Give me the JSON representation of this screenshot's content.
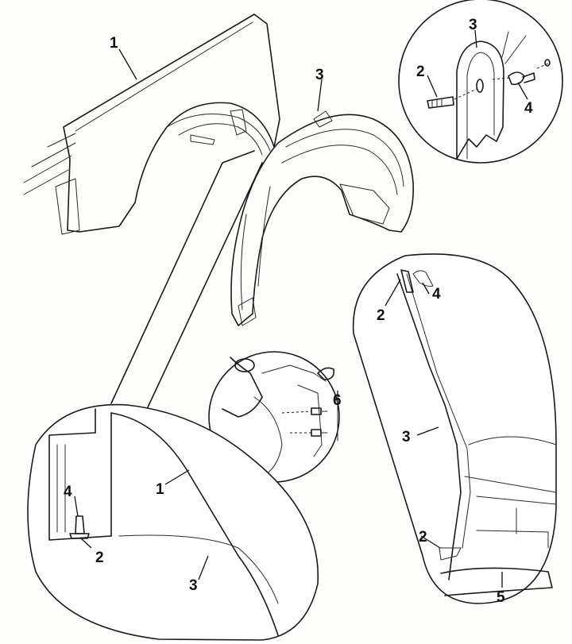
{
  "callouts": [
    {
      "id": "fender-main-1",
      "text": "1"
    },
    {
      "id": "liner-main-3",
      "text": "3"
    },
    {
      "id": "detail-tr-3",
      "text": "3"
    },
    {
      "id": "detail-tr-2",
      "text": "2"
    },
    {
      "id": "detail-tr-4",
      "text": "4"
    },
    {
      "id": "detail-right-4",
      "text": "4"
    },
    {
      "id": "detail-right-2a",
      "text": "2"
    },
    {
      "id": "detail-right-3",
      "text": "3"
    },
    {
      "id": "detail-right-2b",
      "text": "2"
    },
    {
      "id": "detail-right-5",
      "text": "5"
    },
    {
      "id": "detail-mid-6",
      "text": "6"
    },
    {
      "id": "detail-bl-4",
      "text": "4"
    },
    {
      "id": "detail-bl-2",
      "text": "2"
    },
    {
      "id": "detail-bl-1",
      "text": "1"
    },
    {
      "id": "detail-bl-3",
      "text": "3"
    }
  ]
}
